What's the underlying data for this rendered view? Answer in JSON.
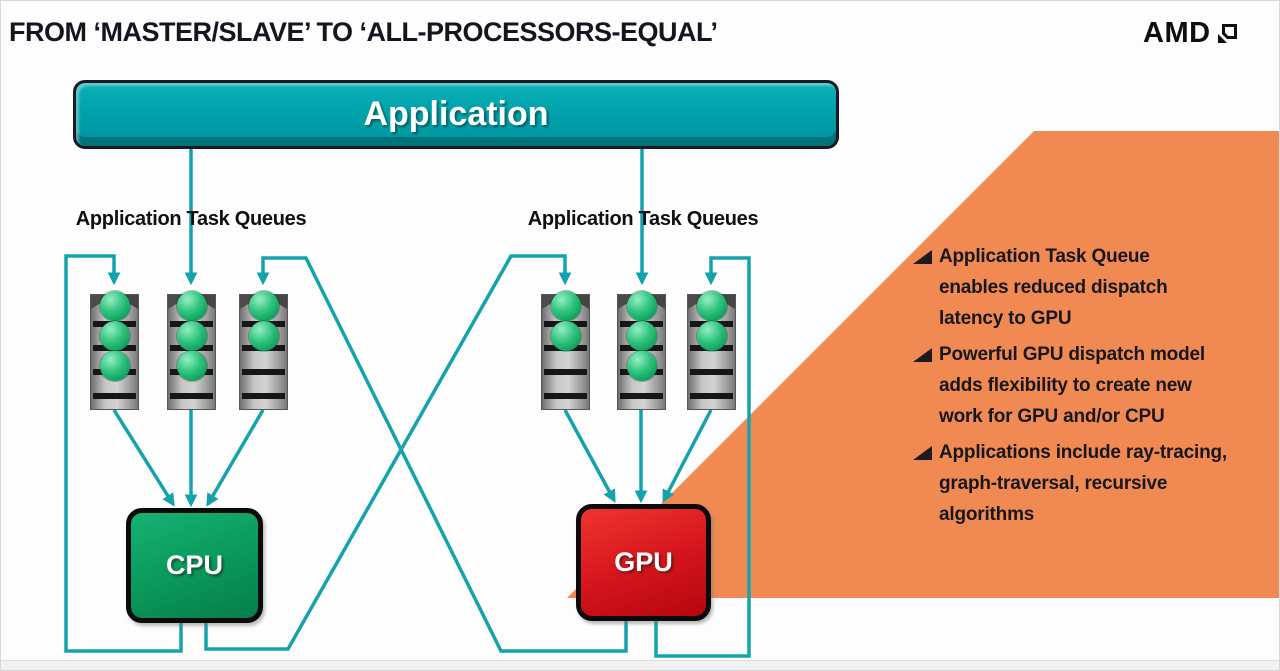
{
  "slide": {
    "title": "FROM ‘MASTER/SLAVE’ TO ‘ALL-PROCESSORS-EQUAL’",
    "logo_text": "AMD"
  },
  "application_banner": {
    "label": "Application"
  },
  "queue_groups": [
    {
      "label": "Application Task Queues",
      "stacks": [
        {
          "balls": 3
        },
        {
          "balls": 3
        },
        {
          "balls": 2
        }
      ]
    },
    {
      "label": "Application Task Queues",
      "stacks": [
        {
          "balls": 2
        },
        {
          "balls": 3
        },
        {
          "balls": 2
        }
      ]
    }
  ],
  "processors": [
    {
      "label": "CPU",
      "color": "#0a9a5c"
    },
    {
      "label": "GPU",
      "color": "#d3141b"
    }
  ],
  "side_panel": {
    "background": "#f08a52",
    "bullets": [
      {
        "lines": [
          "Application Task Queue",
          "enables reduced dispatch",
          "latency to GPU"
        ]
      },
      {
        "lines": [
          "Powerful GPU dispatch model",
          "adds flexibility to create new",
          "work for GPU and/or CPU"
        ]
      },
      {
        "lines": [
          "Applications include ray-tracing,",
          "graph-traversal, recursive",
          "algorithms"
        ]
      }
    ]
  },
  "colors": {
    "flow_line": "#14a3ad",
    "application_teal": "#00a2ab",
    "ball_green": "#2ec27c"
  }
}
